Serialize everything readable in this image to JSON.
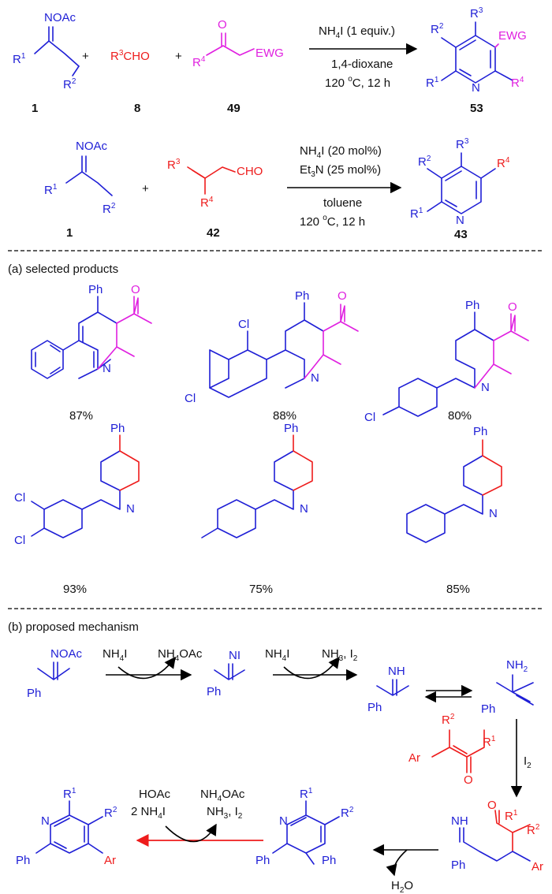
{
  "reaction1": {
    "reagent_oxime": {
      "group": "NOAc",
      "r1": "R",
      "r1_sup": "1",
      "r2": "R",
      "r2_sup": "2",
      "number": "1"
    },
    "plus1": "+",
    "aldehyde": {
      "prefix": "R",
      "sup": "3",
      "suffix": "CHO",
      "number": "8"
    },
    "plus2": "+",
    "ketone": {
      "o": "O",
      "r4": "R",
      "r4_sup": "4",
      "ewg": "EWG",
      "number": "49"
    },
    "conditions": [
      "NH4I (1 equiv.)",
      "1,4-dioxane",
      "120 oC, 12 h"
    ],
    "cond_parts": {
      "nh4i_a": "NH",
      "nh4i_b": "4",
      "nh4i_c": "I (1 equiv.)",
      "solvent": "1,4-dioxane",
      "temp_a": "120 ",
      "temp_b": "o",
      "temp_c": "C, 12 h"
    },
    "product": {
      "r2": "R",
      "r2_sup": "2",
      "r3": "R",
      "r3_sup": "3",
      "ewg": "EWG",
      "r1": "R",
      "r1_sup": "1",
      "n": "N",
      "r4": "R",
      "r4_sup": "4",
      "number": "53"
    }
  },
  "reaction2": {
    "reagent_oxime": {
      "group": "NOAc",
      "r1": "R",
      "r1_sup": "1",
      "r2": "R",
      "r2_sup": "2",
      "number": "1"
    },
    "plus": "+",
    "enal": {
      "r3": "R",
      "r3_sup": "3",
      "cho": "CHO",
      "r4": "R",
      "r4_sup": "4",
      "number": "42"
    },
    "cond_parts": {
      "l1a": "NH",
      "l1b": "4",
      "l1c": "I (20 mol%)",
      "l2a": "Et",
      "l2b": "3",
      "l2c": "N (25 mol%)",
      "solvent": "toluene",
      "temp_a": "120 ",
      "temp_b": "o",
      "temp_c": "C, 12 h"
    },
    "product": {
      "r2": "R",
      "r2_sup": "2",
      "r3": "R",
      "r3_sup": "3",
      "r4": "R",
      "r4_sup": "4",
      "r1": "R",
      "r1_sup": "1",
      "n": "N",
      "number": "43"
    }
  },
  "section_a": {
    "heading": "(a) selected products",
    "products": [
      {
        "substituents": [
          "Ph",
          "O"
        ],
        "yield": "87%"
      },
      {
        "substituents": [
          "Ph",
          "O",
          "Cl",
          "Cl"
        ],
        "yield": "88%"
      },
      {
        "substituents": [
          "Ph",
          "O",
          "Cl"
        ],
        "yield": "80%"
      },
      {
        "substituents": [
          "Ph",
          "Cl",
          "Cl"
        ],
        "yield": "93%"
      },
      {
        "substituents": [
          "Ph"
        ],
        "yield": "75%"
      },
      {
        "substituents": [
          "Ph"
        ],
        "yield": "85%"
      }
    ],
    "n_label": "N"
  },
  "section_b": {
    "heading": "(b) proposed mechanism",
    "start": {
      "group": "NOAc",
      "ph": "Ph"
    },
    "step1": {
      "above_a": "NH",
      "above_b": "4",
      "above_c": "I",
      "out_a": "NH",
      "out_b": "4",
      "out_c": "OAc"
    },
    "iminyl_iodide": {
      "group": "NI",
      "ph": "Ph"
    },
    "step2": {
      "above_a": "NH",
      "above_b": "4",
      "above_c": "I",
      "out_a": "NH",
      "out_b": "3",
      "out_c": ", I",
      "out_d": "2"
    },
    "imine": {
      "group": "NH",
      "ph": "Ph"
    },
    "enamine": {
      "group_a": "NH",
      "group_b": "2",
      "ph": "Ph"
    },
    "enone": {
      "ar": "Ar",
      "r2": "R",
      "r2_sup": "2",
      "r1": "R",
      "r1_sup": "1",
      "o": "O"
    },
    "iodine": {
      "a": "I",
      "b": "2"
    },
    "adduct": {
      "o": "O",
      "r1": "R",
      "r1_sup": "1",
      "r2": "R",
      "r2_sup": "2",
      "nh": "NH",
      "ph": "Ph",
      "ar": "Ar"
    },
    "dehydration": {
      "a": "H",
      "b": "2",
      "c": "O"
    },
    "dihydropyridine": {
      "n": "N",
      "r1": "R",
      "r1_sup": "1",
      "r2": "R",
      "r2_sup": "2",
      "ph1": "Ph",
      "ph2": "Ph"
    },
    "final_step": {
      "left1": "HOAc",
      "left2a": "2 NH",
      "left2b": "4",
      "left2c": "I",
      "right1a": "NH",
      "right1b": "4",
      "right1c": "OAc",
      "right2a": "NH",
      "right2b": "3",
      "right2c": ", I",
      "right2d": "2"
    },
    "pyridine": {
      "n": "N",
      "r1": "R",
      "r1_sup": "1",
      "r2": "R",
      "r2_sup": "2",
      "ph": "Ph",
      "ar": "Ar"
    }
  },
  "colors": {
    "starting_material": "#1f1fd6",
    "aldehyde_fragment": "#ee1c1c",
    "ketone_fragment": "#e020e0",
    "arrows": "#000000"
  }
}
